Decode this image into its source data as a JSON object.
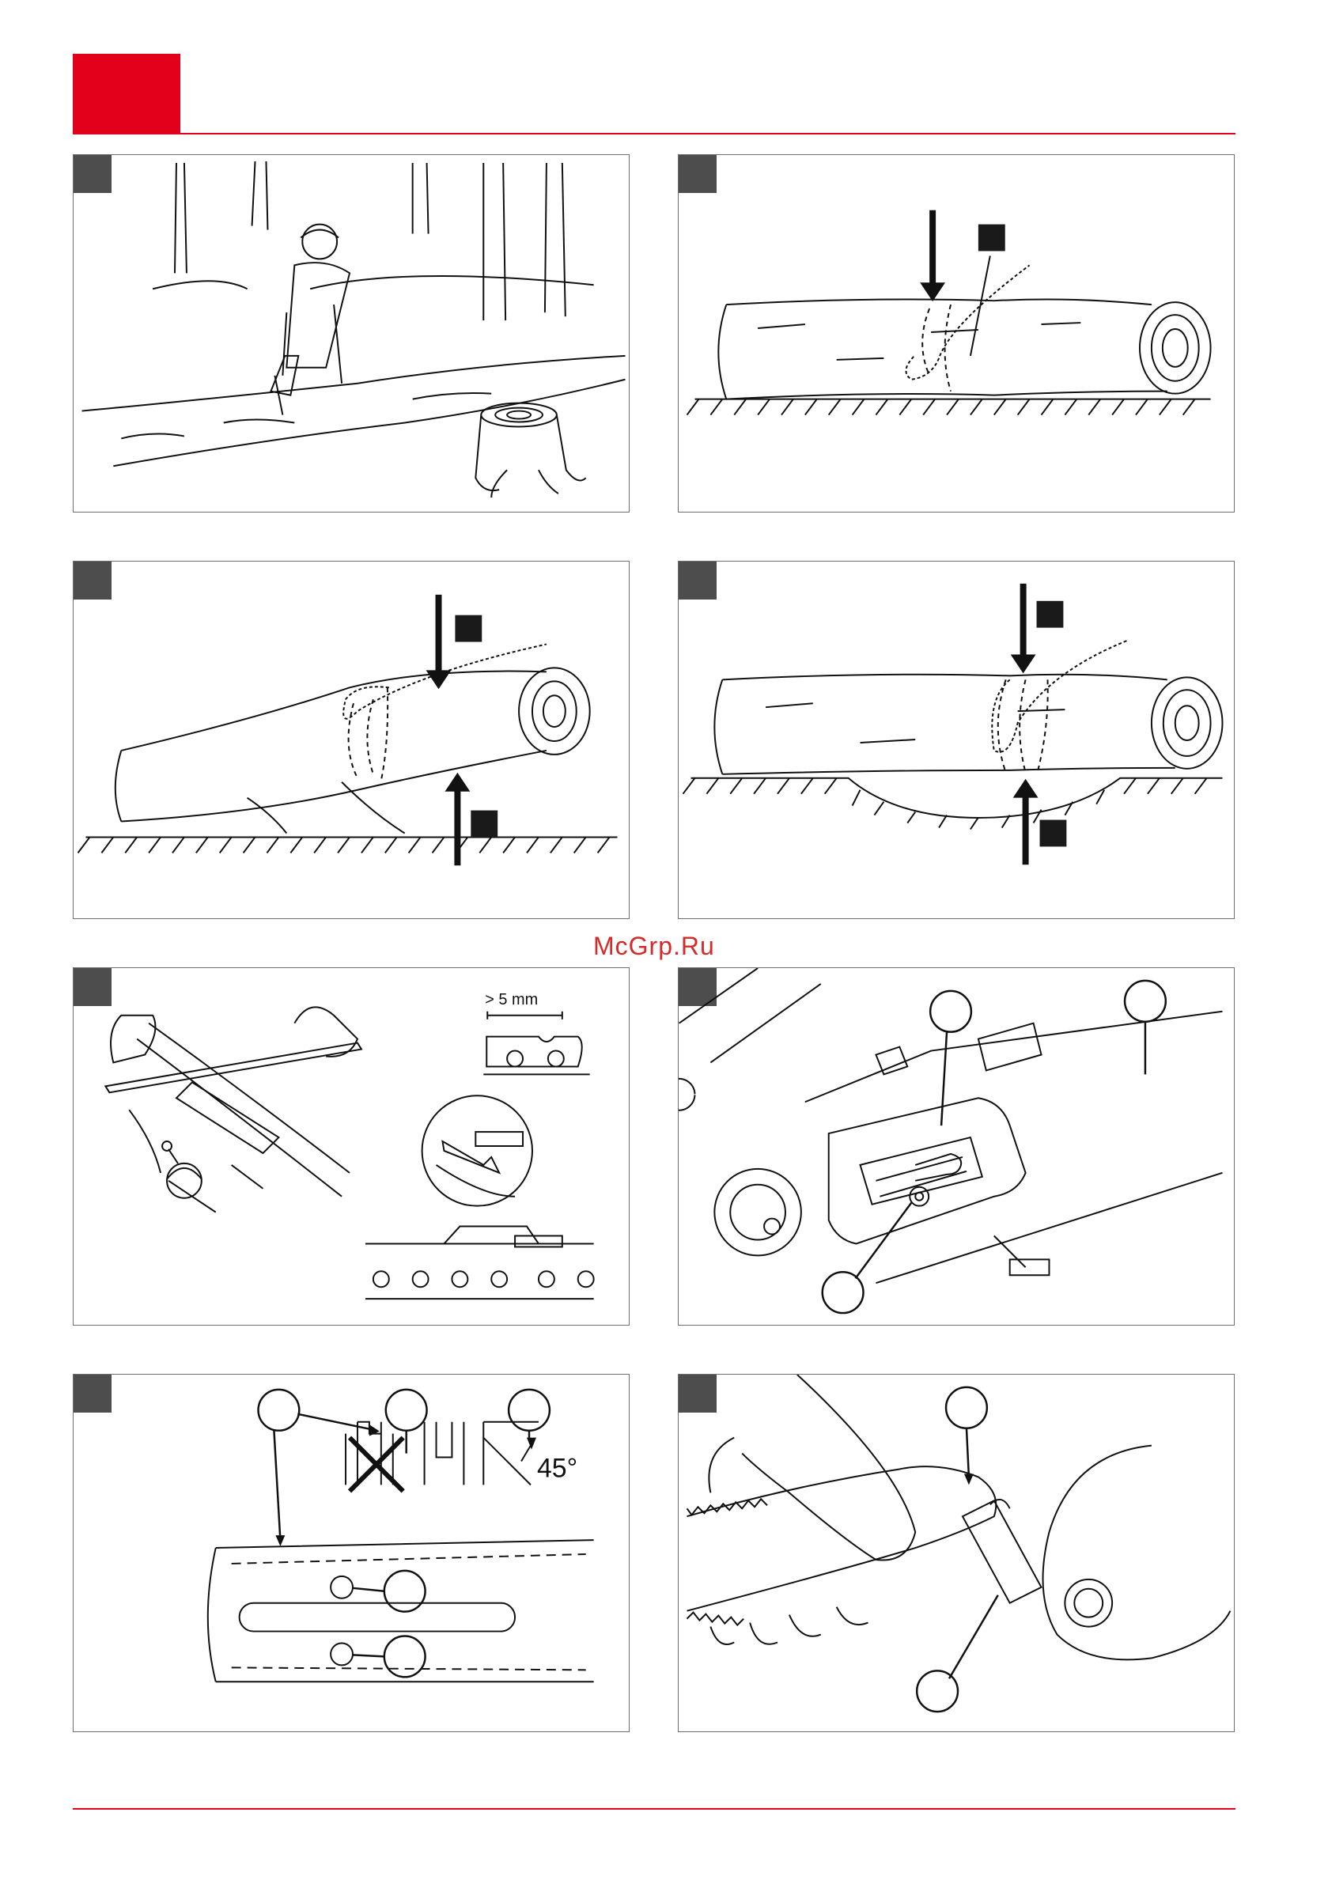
{
  "colors": {
    "accent": "#e2001a",
    "frame": "#6e6e6e",
    "tag": "#4d4d4d",
    "callout": "#333333"
  },
  "watermark": "McGrp.Ru",
  "figure_texts": {
    "depth_gauge_label": "> 5 mm",
    "angle_label": "45°"
  },
  "icons": [
    "arrow-down-icon",
    "arrow-up-icon",
    "cross-mark-icon",
    "callout-circle-icon"
  ]
}
